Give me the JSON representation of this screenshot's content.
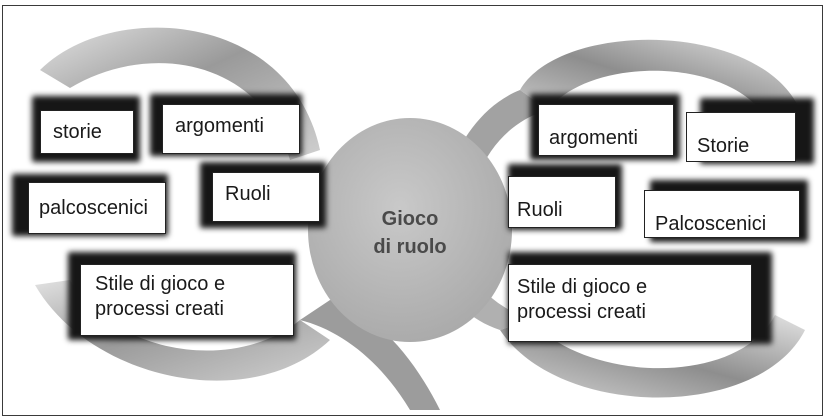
{
  "diagram": {
    "center": {
      "line1": "Gioco",
      "line2": "di ruolo"
    },
    "left": {
      "storie": "storie",
      "argomenti": "argomenti",
      "palcoscenici": "palcoscenici",
      "ruoli": "Ruoli",
      "stile_line1": "Stile di gioco e",
      "stile_line2": "processi creati"
    },
    "right": {
      "argomenti": "argomenti",
      "storie": "Storie",
      "ruoli": "Ruoli",
      "palcoscenici": "Palcoscenici",
      "stile_line1": "Stile di gioco e",
      "stile_line2": "processi creati"
    }
  },
  "colors": {
    "ribbon_light": "#d8d8d8",
    "ribbon_dark": "#8a8a8a",
    "center_circle": "#b4b4b4",
    "box_shadow": "#161616"
  }
}
